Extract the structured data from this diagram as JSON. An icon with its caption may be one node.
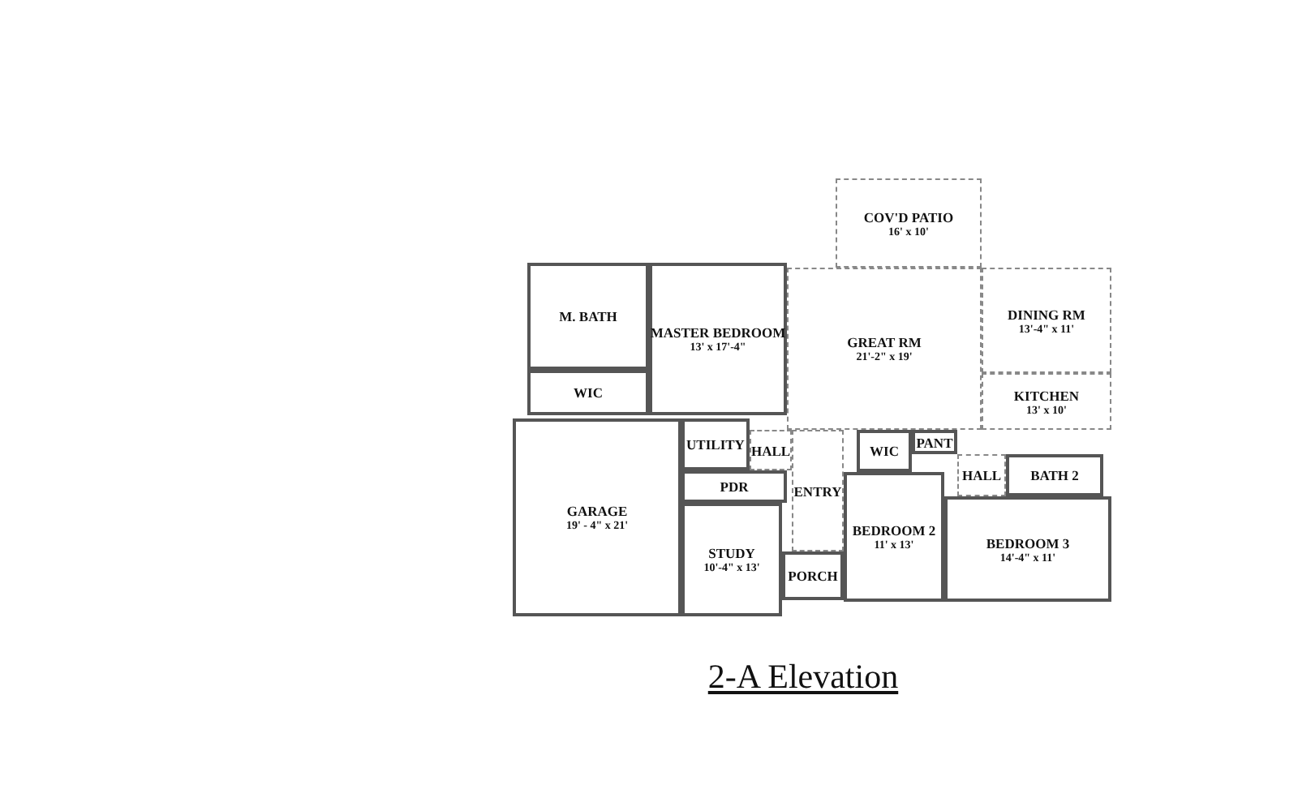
{
  "diagram": {
    "title": "2-A Elevation",
    "nodes": [
      {
        "text": [
          "COV'D PATIO",
          "16' x 10'"
        ]
      },
      {
        "text": [
          "M. BATH"
        ]
      },
      {
        "text": [
          "WIC"
        ]
      },
      {
        "text": [
          "MASTER BEDROOM",
          "13' x 17'-4\""
        ]
      },
      {
        "text": [
          "GREAT RM",
          "21'-2\" x 19'"
        ]
      },
      {
        "text": [
          "DINING RM",
          "13'-4\" x 11'"
        ]
      },
      {
        "text": [
          "KITCHEN",
          "13' x 10'"
        ]
      },
      {
        "text": [
          "HALL"
        ]
      },
      {
        "text": [
          "UTILITY"
        ]
      },
      {
        "text": [
          "WIC"
        ]
      },
      {
        "text": [
          "PANT"
        ]
      },
      {
        "text": [
          "HALL"
        ]
      },
      {
        "text": [
          "GARAGE",
          "19' - 4\" x 21'"
        ]
      },
      {
        "text": [
          "PDR"
        ]
      },
      {
        "text": [
          "ENTRY"
        ]
      },
      {
        "text": [
          "BATH 2"
        ]
      },
      {
        "text": [
          "BEDROOM 2",
          "11' x 13'"
        ]
      },
      {
        "text": [
          "STUDY",
          "10'-4\" x 13'"
        ]
      },
      {
        "text": [
          "BEDROOM 3",
          "14'-4\" x 11'"
        ]
      },
      {
        "text": [
          "PORCH"
        ]
      }
    ]
  }
}
